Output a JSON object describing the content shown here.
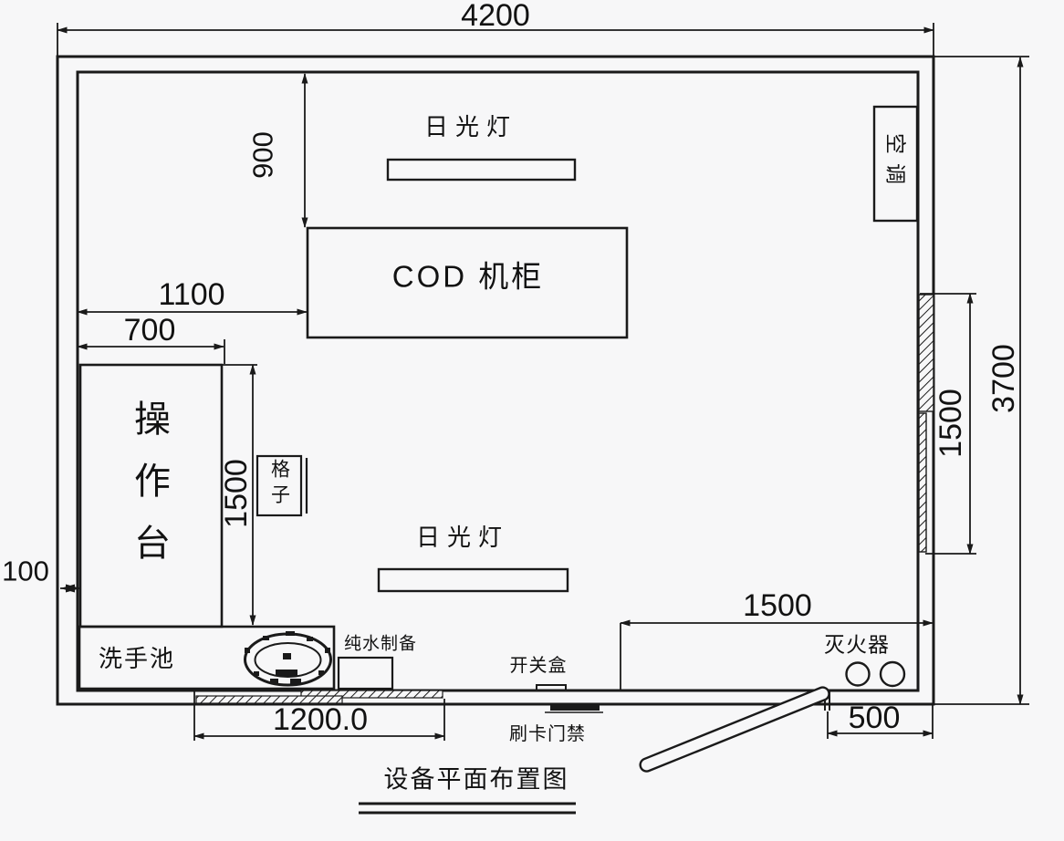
{
  "colors": {
    "line": "#1a1a1a",
    "background": "#f7f7f8",
    "text": "#121212"
  },
  "title": {
    "text": "设备平面布置图"
  },
  "dimensions": {
    "top_width": "4200",
    "right_height": "3700",
    "lamp_to_wall": "900",
    "cod_to_wall": "1100",
    "table_width": "700",
    "table_depth": "1500",
    "wall_thickness": "100",
    "bench_length": "1200.0",
    "door_area_width": "1500",
    "window_height": "1500",
    "door_to_corner": "500"
  },
  "labels": {
    "lamp_top": "日光灯",
    "lamp_bottom": "日光灯",
    "cod_cabinet": "COD 机柜",
    "operation_table": "操作台",
    "shelf": "格子",
    "sink": "洗手池",
    "pure_water": "纯水制备",
    "switch_box": "开关盒",
    "card_access": "刷卡门禁",
    "fire_extinguisher": "灭火器",
    "air_conditioner": "空调"
  }
}
